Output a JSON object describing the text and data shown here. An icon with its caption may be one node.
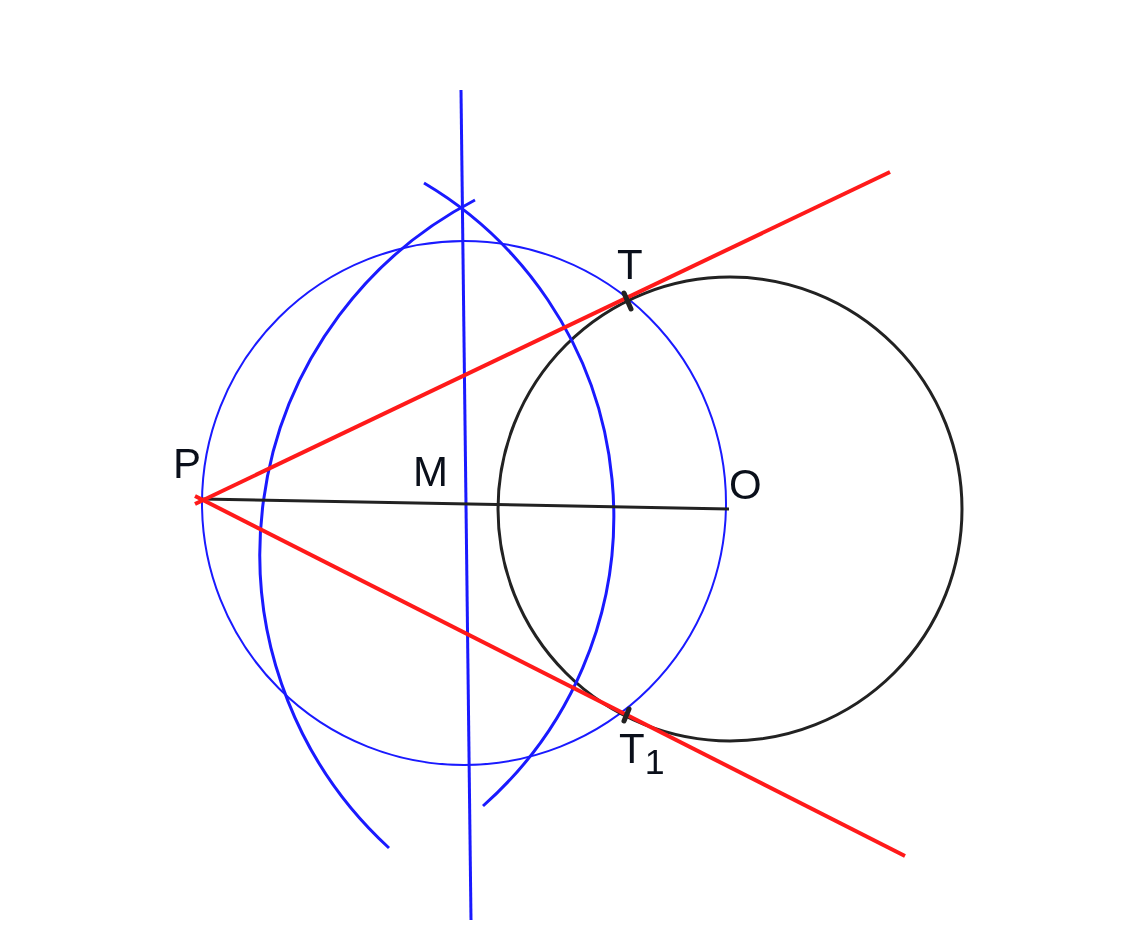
{
  "diagram": {
    "labels": [
      "T",
      "P",
      "M",
      "O",
      "T$_{1}$"
    ]
  }
}
